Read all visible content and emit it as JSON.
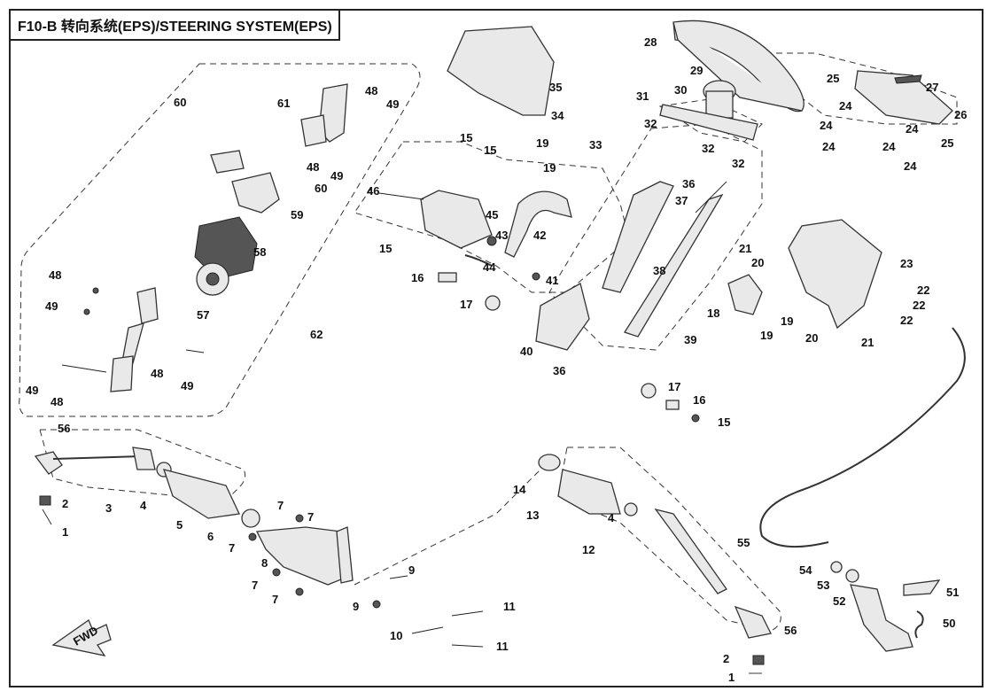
{
  "title": "F10-B 转向系统(EPS)/STEERING SYSTEM(EPS)",
  "fwd_label": "FWD",
  "callouts": [
    {
      "id": "c60",
      "text": "60"
    },
    {
      "id": "c61",
      "text": "61"
    },
    {
      "id": "c48a",
      "text": "48"
    },
    {
      "id": "c49a",
      "text": "49"
    },
    {
      "id": "c48b",
      "text": "48"
    },
    {
      "id": "c49b",
      "text": "49"
    },
    {
      "id": "c60b",
      "text": "60"
    },
    {
      "id": "c59",
      "text": "59"
    },
    {
      "id": "c58",
      "text": "58"
    },
    {
      "id": "c48c",
      "text": "48"
    },
    {
      "id": "c49c",
      "text": "49"
    },
    {
      "id": "c57",
      "text": "57"
    },
    {
      "id": "c62",
      "text": "62"
    },
    {
      "id": "c48d",
      "text": "48"
    },
    {
      "id": "c49d",
      "text": "49"
    },
    {
      "id": "c49e",
      "text": "49"
    },
    {
      "id": "c48e",
      "text": "48"
    },
    {
      "id": "c35",
      "text": "35"
    },
    {
      "id": "c34",
      "text": "34"
    },
    {
      "id": "c15a",
      "text": "15"
    },
    {
      "id": "c15b",
      "text": "15"
    },
    {
      "id": "c19a",
      "text": "19"
    },
    {
      "id": "c33",
      "text": "33"
    },
    {
      "id": "c19b",
      "text": "19"
    },
    {
      "id": "c46",
      "text": "46"
    },
    {
      "id": "c45",
      "text": "45"
    },
    {
      "id": "c43",
      "text": "43"
    },
    {
      "id": "c42",
      "text": "42"
    },
    {
      "id": "c15c",
      "text": "15"
    },
    {
      "id": "c44",
      "text": "44"
    },
    {
      "id": "c16a",
      "text": "16"
    },
    {
      "id": "c41",
      "text": "41"
    },
    {
      "id": "c17a",
      "text": "17"
    },
    {
      "id": "c40",
      "text": "40"
    },
    {
      "id": "c36a",
      "text": "36"
    },
    {
      "id": "c28",
      "text": "28"
    },
    {
      "id": "c29",
      "text": "29"
    },
    {
      "id": "c30",
      "text": "30"
    },
    {
      "id": "c31",
      "text": "31"
    },
    {
      "id": "c32a",
      "text": "32"
    },
    {
      "id": "c32b",
      "text": "32"
    },
    {
      "id": "c32c",
      "text": "32"
    },
    {
      "id": "c36b",
      "text": "36"
    },
    {
      "id": "c37",
      "text": "37"
    },
    {
      "id": "c38",
      "text": "38"
    },
    {
      "id": "c39",
      "text": "39"
    },
    {
      "id": "c17b",
      "text": "17"
    },
    {
      "id": "c16b",
      "text": "16"
    },
    {
      "id": "c15d",
      "text": "15"
    },
    {
      "id": "c25a",
      "text": "25"
    },
    {
      "id": "c27",
      "text": "27"
    },
    {
      "id": "c24a",
      "text": "24"
    },
    {
      "id": "c26",
      "text": "26"
    },
    {
      "id": "c24b",
      "text": "24"
    },
    {
      "id": "c24c",
      "text": "24"
    },
    {
      "id": "c24d",
      "text": "24"
    },
    {
      "id": "c24e",
      "text": "24"
    },
    {
      "id": "c25b",
      "text": "25"
    },
    {
      "id": "c24f",
      "text": "24"
    },
    {
      "id": "c21a",
      "text": "21"
    },
    {
      "id": "c20a",
      "text": "20"
    },
    {
      "id": "c23",
      "text": "23"
    },
    {
      "id": "c22a",
      "text": "22"
    },
    {
      "id": "c22b",
      "text": "22"
    },
    {
      "id": "c22c",
      "text": "22"
    },
    {
      "id": "c18",
      "text": "18"
    },
    {
      "id": "c19c",
      "text": "19"
    },
    {
      "id": "c19d",
      "text": "19"
    },
    {
      "id": "c20b",
      "text": "20"
    },
    {
      "id": "c21b",
      "text": "21"
    },
    {
      "id": "c56a",
      "text": "56"
    },
    {
      "id": "c2a",
      "text": "2"
    },
    {
      "id": "c1a",
      "text": "1"
    },
    {
      "id": "c3",
      "text": "3"
    },
    {
      "id": "c4a",
      "text": "4"
    },
    {
      "id": "c5",
      "text": "5"
    },
    {
      "id": "c6",
      "text": "6"
    },
    {
      "id": "c7a",
      "text": "7"
    },
    {
      "id": "c7b",
      "text": "7"
    },
    {
      "id": "c7c",
      "text": "7"
    },
    {
      "id": "c8",
      "text": "8"
    },
    {
      "id": "c7d",
      "text": "7"
    },
    {
      "id": "c7e",
      "text": "7"
    },
    {
      "id": "c9a",
      "text": "9"
    },
    {
      "id": "c9b",
      "text": "9"
    },
    {
      "id": "c10",
      "text": "10"
    },
    {
      "id": "c11a",
      "text": "11"
    },
    {
      "id": "c11b",
      "text": "11"
    },
    {
      "id": "c14",
      "text": "14"
    },
    {
      "id": "c13",
      "text": "13"
    },
    {
      "id": "c4b",
      "text": "4"
    },
    {
      "id": "c12",
      "text": "12"
    },
    {
      "id": "c56b",
      "text": "56"
    },
    {
      "id": "c2b",
      "text": "2"
    },
    {
      "id": "c1b",
      "text": "1"
    },
    {
      "id": "c55",
      "text": "55"
    },
    {
      "id": "c54",
      "text": "54"
    },
    {
      "id": "c53",
      "text": "53"
    },
    {
      "id": "c52",
      "text": "52"
    },
    {
      "id": "c51",
      "text": "51"
    },
    {
      "id": "c50",
      "text": "50"
    }
  ]
}
